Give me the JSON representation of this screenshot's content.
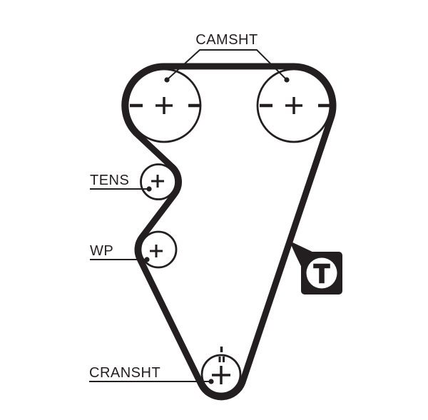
{
  "diagram": {
    "type": "timing-belt-routing",
    "background_color": "#ffffff",
    "ink_color": "#231f20",
    "labels": {
      "camshaft": "CAMSHT",
      "tensioner": "TENS",
      "water_pump": "WP",
      "crankshaft": "CRANSHT"
    },
    "brand_mark": {
      "letter": "T",
      "style": "black rounded square speech bubble with white circle"
    },
    "marks": {
      "pulley_center": "+",
      "camshaft_side_ticks": "-",
      "crankshaft_top_tick": "dashed vertical"
    }
  }
}
